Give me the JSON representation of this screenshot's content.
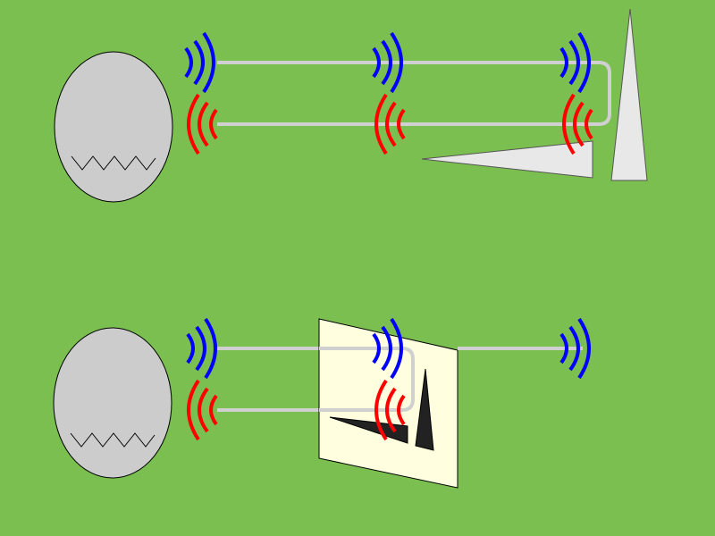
{
  "colors": {
    "background": "#7bbf50",
    "head_fill": "#cccccc",
    "head_stroke": "#000000",
    "path_line": "#d0d0d0",
    "outgoing_wave": "#0000ff",
    "returning_wave": "#ff0000",
    "wall_fill": "#e8e8e8",
    "screen_fill": "#ffffe0",
    "shadow_fill": "#222222"
  },
  "scenes": [
    {
      "id": "top",
      "name": "direct-echo-scene",
      "waves_out": 3,
      "waves_back": 3,
      "reflector": "wall-wedges"
    },
    {
      "id": "bottom",
      "name": "screen-echo-scene",
      "waves_out": 3,
      "waves_back": 2,
      "reflector": "screen"
    }
  ]
}
